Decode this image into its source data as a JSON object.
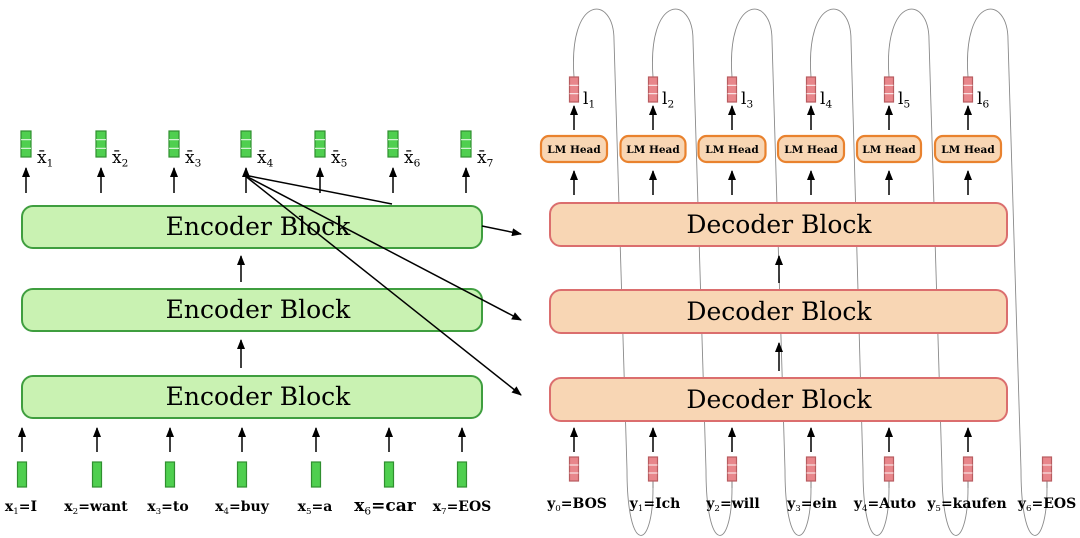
{
  "encoder": {
    "block_label": "Encoder Block",
    "input_tokens": [
      {
        "var": "x",
        "sub": "1",
        "word": "I"
      },
      {
        "var": "x",
        "sub": "2",
        "word": "want"
      },
      {
        "var": "x",
        "sub": "3",
        "word": "to"
      },
      {
        "var": "x",
        "sub": "4",
        "word": "buy"
      },
      {
        "var": "x",
        "sub": "5",
        "word": "a"
      },
      {
        "var": "x",
        "sub": "6",
        "word": "car"
      },
      {
        "var": "x",
        "sub": "7",
        "word": "EOS"
      }
    ],
    "output_vectors": [
      {
        "var": "x̄",
        "sub": "1"
      },
      {
        "var": "x̄",
        "sub": "2"
      },
      {
        "var": "x̄",
        "sub": "3"
      },
      {
        "var": "x̄",
        "sub": "4"
      },
      {
        "var": "x̄",
        "sub": "5"
      },
      {
        "var": "x̄",
        "sub": "6"
      },
      {
        "var": "x̄",
        "sub": "7"
      }
    ]
  },
  "decoder": {
    "block_label": "Decoder Block",
    "lm_head_label": "LM Head",
    "input_tokens": [
      {
        "var": "y",
        "sub": "0",
        "word": "BOS"
      },
      {
        "var": "y",
        "sub": "1",
        "word": "Ich"
      },
      {
        "var": "y",
        "sub": "2",
        "word": "will"
      },
      {
        "var": "y",
        "sub": "3",
        "word": "ein"
      },
      {
        "var": "y",
        "sub": "4",
        "word": "Auto"
      },
      {
        "var": "y",
        "sub": "5",
        "word": "kaufen"
      },
      {
        "var": "y",
        "sub": "6",
        "word": "EOS"
      }
    ],
    "logits": [
      {
        "var": "l",
        "sub": "1"
      },
      {
        "var": "l",
        "sub": "2"
      },
      {
        "var": "l",
        "sub": "3"
      },
      {
        "var": "l",
        "sub": "4"
      },
      {
        "var": "l",
        "sub": "5"
      },
      {
        "var": "l",
        "sub": "6"
      }
    ]
  },
  "colors": {
    "encoder_fill": "#c9f2b2",
    "encoder_stroke": "#3f9e3f",
    "decoder_fill": "#f8d6b4",
    "decoder_stroke": "#db6e6e",
    "lm_head_stroke": "#e9822e",
    "encoder_vector": "#4fcf4f",
    "decoder_vector": "#e8868b"
  }
}
